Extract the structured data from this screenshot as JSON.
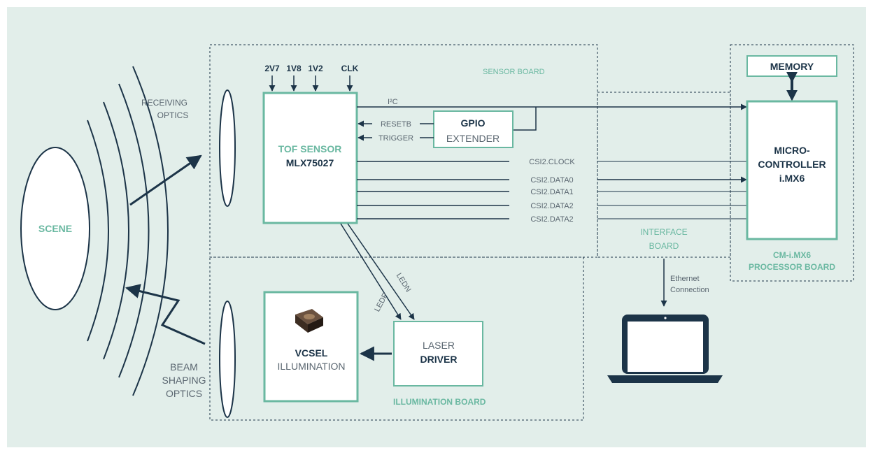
{
  "colors": {
    "background": "#e2eeea",
    "accent": "#6ab8a1",
    "dark": "#1c3448",
    "grey": "#5a6670",
    "box_fill": "#ffffff"
  },
  "scene": {
    "label": "SCENE"
  },
  "optics": {
    "receiving": [
      "RECEIVING",
      "OPTICS"
    ],
    "beam": [
      "BEAM",
      "SHAPING",
      "OPTICS"
    ]
  },
  "boards": {
    "sensor": "SENSOR BOARD",
    "interface": [
      "INTERFACE",
      "BOARD"
    ],
    "processor": [
      "CM-i.MX6",
      "PROCESSOR BOARD"
    ],
    "illumination": "ILLUMINATION BOARD"
  },
  "power_pins": [
    "2V7",
    "1V8",
    "1V2",
    "CLK"
  ],
  "tof_sensor": {
    "title": "TOF SENSOR",
    "part": "MLX75027"
  },
  "gpio": {
    "title": "GPIO",
    "subtitle": "EXTENDER"
  },
  "signals": {
    "i2c": "I²C",
    "resetb": "RESETB",
    "trigger": "TRIGGER"
  },
  "csi_lines": [
    "CSI2.CLOCK",
    "CSI2.DATA0",
    "CSI2.DATA1",
    "CSI2.DATA2",
    "CSI2.DATA2"
  ],
  "memory": {
    "label": "MEMORY"
  },
  "microcontroller": {
    "lines": [
      "MICRO-",
      "CONTROLLER",
      "i.MX6"
    ]
  },
  "led_lines": {
    "ledp": "LEDP",
    "ledn": "LEDN"
  },
  "laser_driver": {
    "line1": "LASER",
    "line2": "DRIVER"
  },
  "vcsel": {
    "title": "VCSEL",
    "subtitle": "ILLUMINATION"
  },
  "ethernet": {
    "lines": [
      "Ethernet",
      "Connection"
    ]
  },
  "laptop": {
    "icon": "laptop-icon"
  }
}
